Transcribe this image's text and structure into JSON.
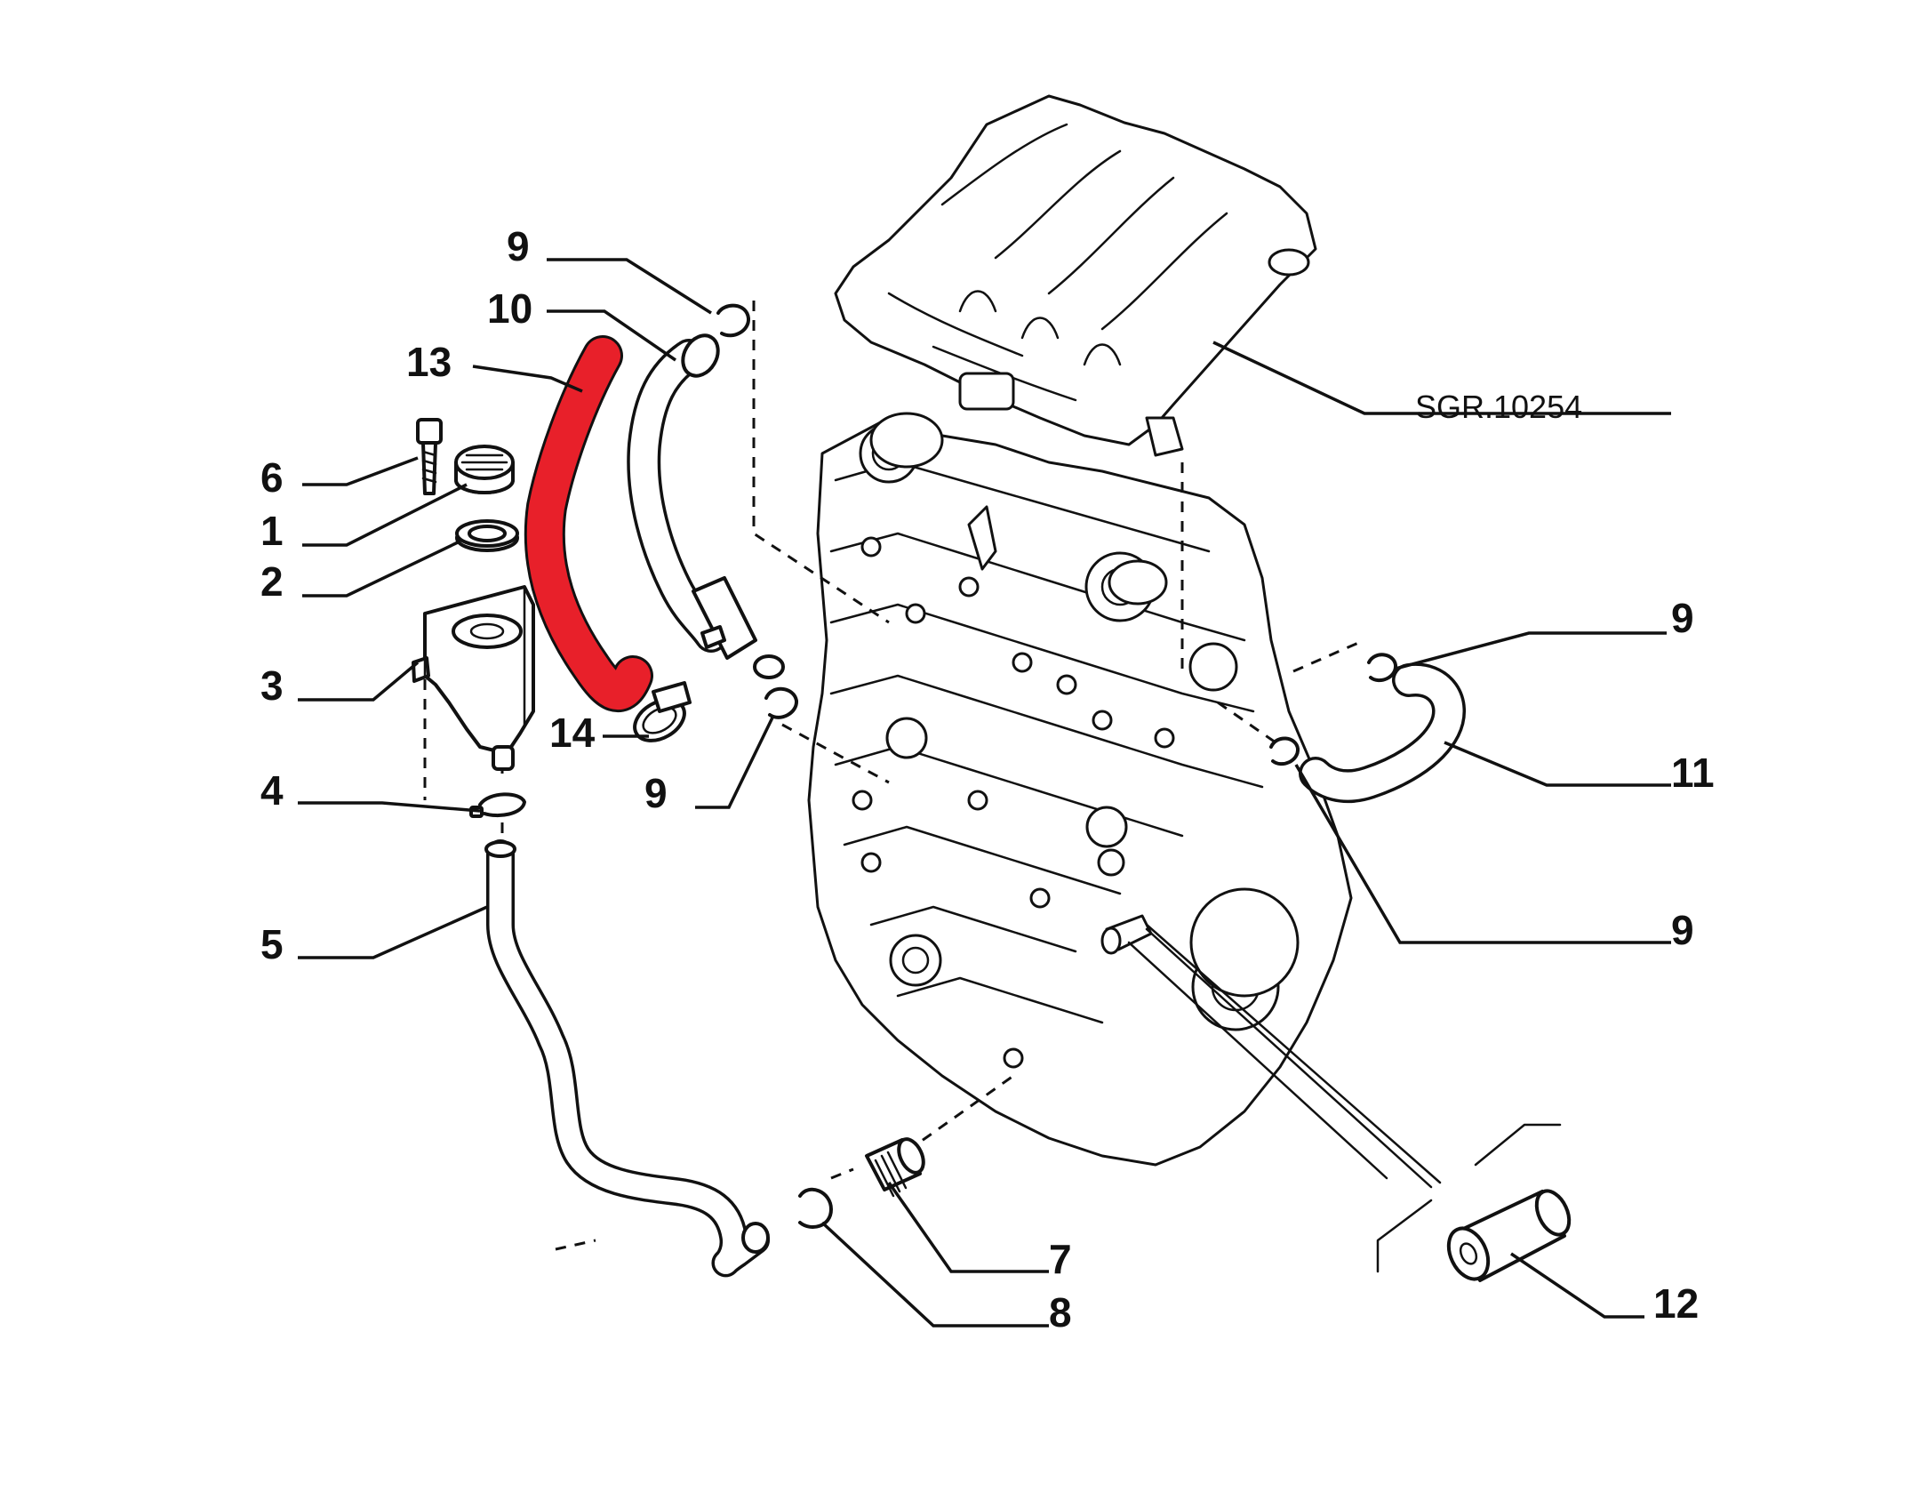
{
  "diagram": {
    "reference_code": "SGR.10254",
    "highlight_color": "#e8202a",
    "line_color": "#111111",
    "background": "#ffffff",
    "callouts": {
      "c1": "1",
      "c2": "2",
      "c3": "3",
      "c4": "4",
      "c5": "5",
      "c6": "6",
      "c7": "7",
      "c8": "8",
      "c9a": "9",
      "c9b": "9",
      "c9c": "9",
      "c9d": "9",
      "c10": "10",
      "c11": "11",
      "c12": "12",
      "c13": "13",
      "c14": "14"
    },
    "highlighted_part": "13"
  }
}
